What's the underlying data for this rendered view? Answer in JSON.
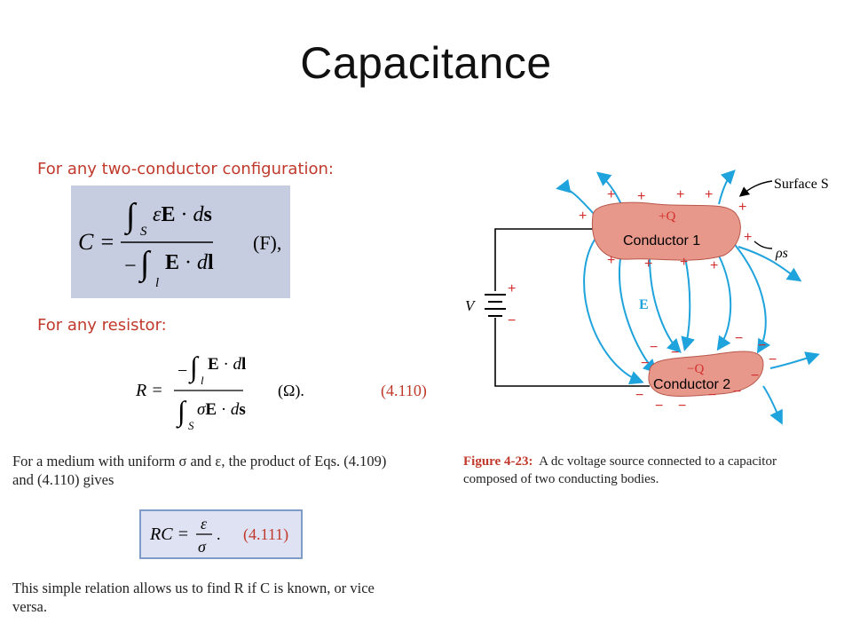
{
  "slide": {
    "title": "Capacitance",
    "label_capacitor": "For any two-conductor configuration:",
    "label_resistor": "For any resistor:"
  },
  "eq_capacitance": {
    "lhs": "C =",
    "num_sub": "S",
    "den_sub": "l",
    "unit": "(F),"
  },
  "eq_resistance": {
    "lhs": "R =",
    "num_sub": "l",
    "den_sub": "S",
    "unit": "(Ω).",
    "number": "(4.110)"
  },
  "text": {
    "paragraph1_line1": "For a medium with uniform σ and ε, the product of Eqs. (4.109)",
    "paragraph1_line2": "and (4.110) gives",
    "paragraph2_line1": "This simple relation allows us to find R if C is known, or vice",
    "paragraph2_line2": "versa."
  },
  "eq_rc": {
    "lhs": "RC =",
    "num": "ε",
    "den": "σ",
    "number": "(4.111)"
  },
  "figure": {
    "caption_label": "Figure 4-23:",
    "caption_line1": "A dc voltage source connected to a capacitor",
    "caption_line2": "composed of two conducting bodies.",
    "surface_label": "Surface S",
    "rho_label": "ρs",
    "conductor1_label": "Conductor 1",
    "conductor1_charge": "+Q",
    "conductor2_label": "Conductor 2",
    "conductor2_charge": "−Q",
    "field_label": "E",
    "voltage_label": "V",
    "plus": "+",
    "minus": "−",
    "colors": {
      "field": "#1fa3dc",
      "conductor": "#e8988a",
      "plus": "#d32f2f",
      "minus": "#d32f2f"
    }
  }
}
